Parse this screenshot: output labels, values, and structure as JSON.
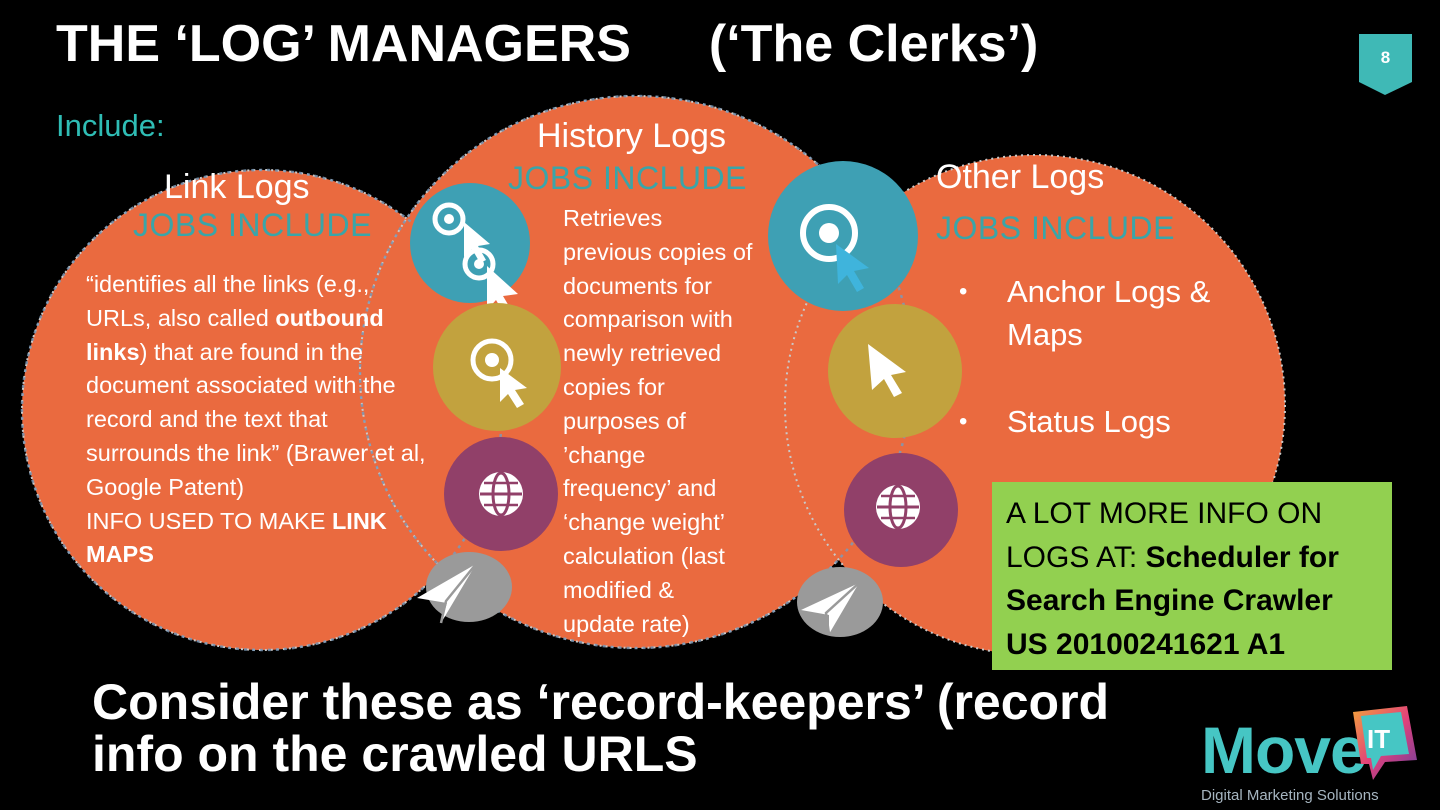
{
  "page": {
    "title": "THE ‘LOG’ MANAGERS",
    "title_aside": "(‘The Clerks’)",
    "page_number": "8",
    "include_label": "Include:"
  },
  "circles": {
    "link": {
      "title": "Link Logs",
      "jobs_label": "JOBS INCLUDE",
      "body_pre": "“identifies all the links (e.g., URLs, also called ",
      "body_bold": "outbound links",
      "body_post": ") that are found in the document associated with the record and the text that surrounds the link” (Brawer et al, Google Patent)",
      "note_pre": "INFO USED TO MAKE ",
      "note_bold": "LINK MAPS"
    },
    "history": {
      "title": "History Logs",
      "jobs_label": "JOBS INCLUDE",
      "lines": [
        "Retrieves",
        "previous copies of",
        "documents for",
        "comparison with",
        "newly retrieved",
        "copies for",
        "purposes of",
        "’change",
        "frequency’ and",
        "‘change weight’",
        "calculation (last",
        "modified &",
        "update rate)"
      ]
    },
    "other": {
      "title": "Other Logs",
      "jobs_label": "JOBS INCLUDE",
      "bullets": [
        "Anchor Logs & Maps",
        "Status Logs"
      ]
    }
  },
  "info_box": {
    "plain": "A LOT MORE INFO ON LOGS AT: ",
    "bold": "Scheduler for Search Engine Crawler US 20100241621 A1"
  },
  "footer": {
    "line1": "Consider these as ‘record-keepers’ (record",
    "line2": "info on the crawled URLS"
  },
  "logo": {
    "word": "Move",
    "badge": "IT",
    "tagline": "Digital Marketing Solutions"
  },
  "icons": [
    "double-target-cursor-icon",
    "target-cursor-icon",
    "pointer-arrow-icon",
    "globe-icon",
    "paper-plane-icon"
  ],
  "colors": {
    "background": "#000000",
    "circle_orange": "#ea6a3f",
    "teal": "#3ea0b4",
    "olive": "#c2a23e",
    "plum": "#914069",
    "grey": "#9a9a9a",
    "accent_text": "#2fbdb5",
    "info_box": "#92d050"
  }
}
